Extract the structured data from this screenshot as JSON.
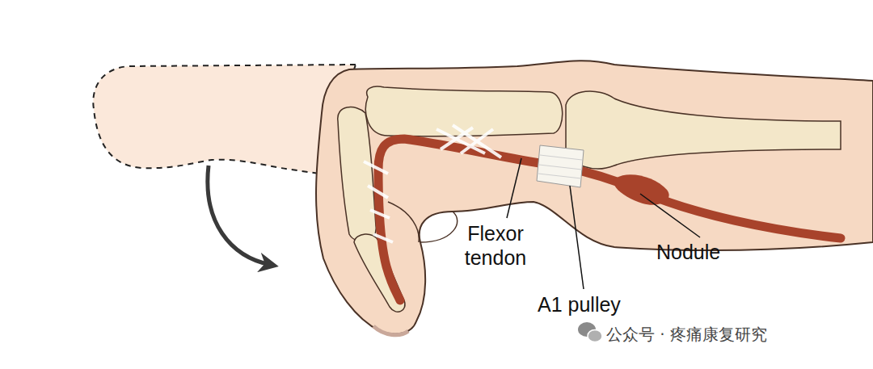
{
  "diagram": {
    "labels": [
      "Flexor tendon",
      "A1 pulley",
      "Nodule",
      "公众号 · 疼痛康复研究"
    ]
  }
}
